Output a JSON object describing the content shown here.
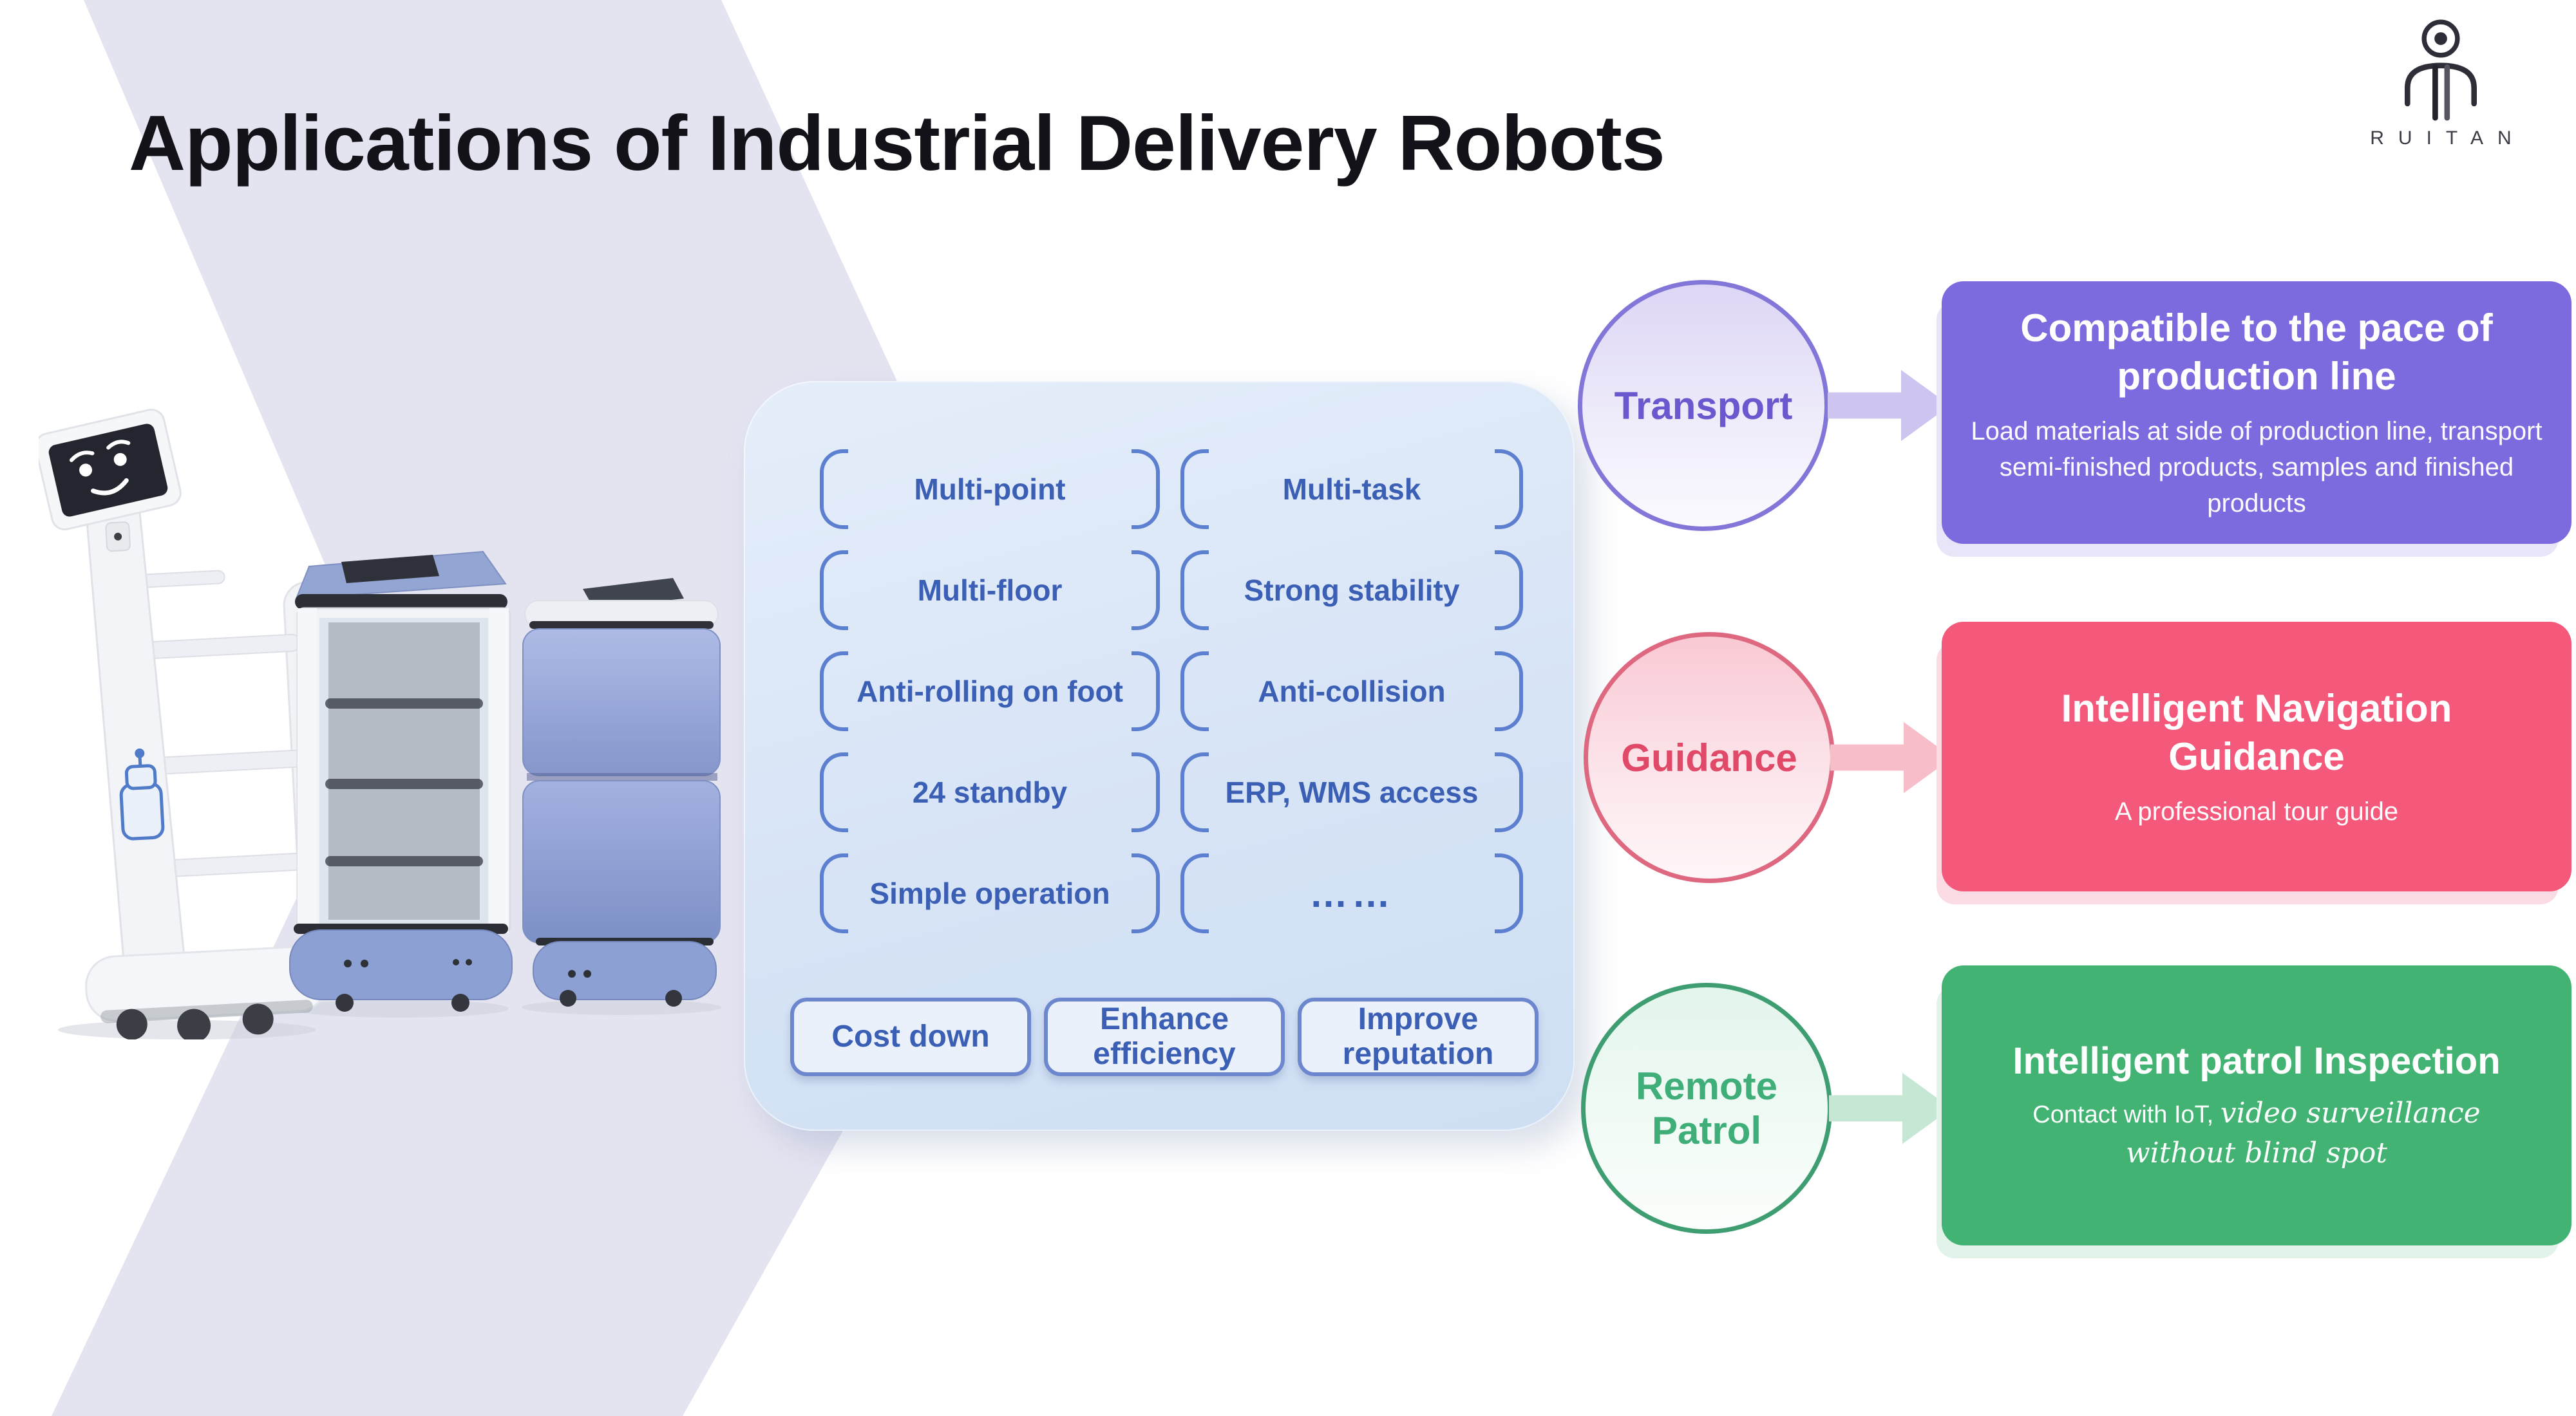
{
  "slide": {
    "title": "Applications of Industrial Delivery Robots",
    "logo": {
      "brand": "RUITAN",
      "icon": "person-icon"
    },
    "panel": {
      "features_col1": [
        "Multi-point",
        "Multi-floor",
        "Anti-rolling on foot",
        "24 standby",
        "Simple operation"
      ],
      "features_col2": [
        "Multi-task",
        "Strong stability",
        "Anti-collision",
        "ERP, WMS access",
        "……"
      ],
      "benefits": [
        "Cost down",
        "Enhance efficiency",
        "Improve reputation"
      ]
    },
    "rows": [
      {
        "circle_label": "Transport",
        "box_title": "Compatible to the pace of production line",
        "box_body": "Load materials at side of production line, transport semi-finished products, samples and finished products",
        "accent_color": "#7C6ADF"
      },
      {
        "circle_label": "Guidance",
        "box_title": "Intelligent Navigation Guidance",
        "box_body": "A professional tour guide",
        "accent_color": "#F4587A"
      },
      {
        "circle_label": "Remote Patrol",
        "box_title": "Intelligent patrol Inspection",
        "box_body_prefix": "Contact with IoT, ",
        "box_body_script": "video surveillance without blind spot",
        "accent_color": "#43B373"
      }
    ],
    "colors": {
      "background": "#FFFFFF",
      "band": "#E4E4F1",
      "panel": "#D8E5F6",
      "pill_text": "#3A5FB5",
      "pill_bracket": "#5C80CF",
      "purple": "#7C6ADF",
      "pink": "#F4587A",
      "green": "#43B373"
    }
  }
}
